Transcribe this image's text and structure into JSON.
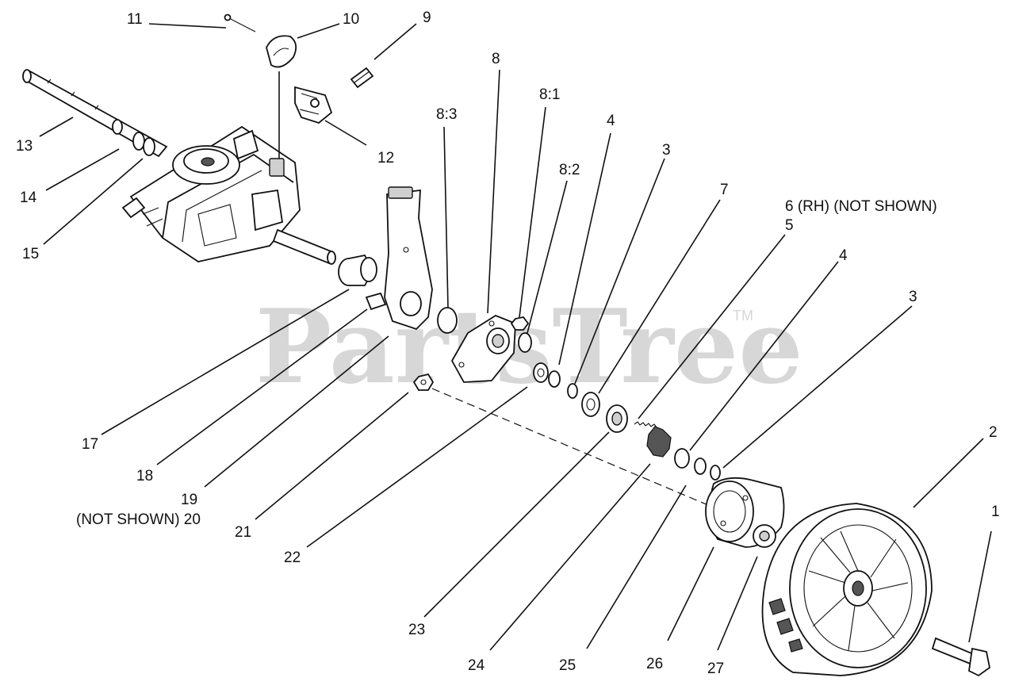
{
  "watermark": {
    "text": "PartsTree",
    "tm": "TM"
  },
  "callouts": {
    "c1": "1",
    "c2": "2",
    "c3a": "3",
    "c3b": "3",
    "c4a": "4",
    "c4b": "4",
    "c5": "5",
    "c6": "6  (RH) (NOT SHOWN)",
    "c7": "7",
    "c8": "8",
    "c8_1": "8:1",
    "c8_2": "8:2",
    "c8_3": "8:3",
    "c9": "9",
    "c10": "10",
    "c11": "11",
    "c12": "12",
    "c13": "13",
    "c14": "14",
    "c15": "15",
    "c17": "17",
    "c18": "18",
    "c19": "19",
    "c20": "(NOT SHOWN) 20",
    "c21": "21",
    "c22": "22",
    "c23": "23",
    "c24": "24",
    "c25": "25",
    "c26": "26",
    "c27": "27"
  }
}
